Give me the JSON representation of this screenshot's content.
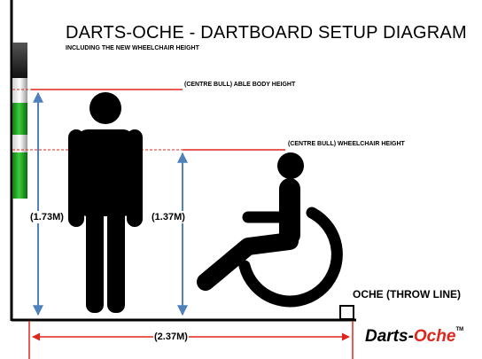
{
  "title": "DARTS-OCHE - DARTBOARD SETUP DIAGRAM",
  "subtitle": "INCLUDING THE NEW WHEELCHAIR HEIGHT",
  "labels": {
    "able_body_height": "(CENTRE BULL) ABLE BODY HEIGHT",
    "wheelchair_height": "(CENTRE BULL) WHEELCHAIR HEIGHT",
    "able_measure": "(1.73M)",
    "wheelchair_measure": "(1.37M)",
    "distance_measure": "(2.37M)",
    "oche": "OCHE (THROW LINE)"
  },
  "logo": {
    "part1": "Darts-",
    "part2": "Oche",
    "tm": "TM"
  },
  "colors": {
    "arrow": "#4f81bd",
    "guide_red": "#e0261c",
    "board_green": "#19a519"
  }
}
